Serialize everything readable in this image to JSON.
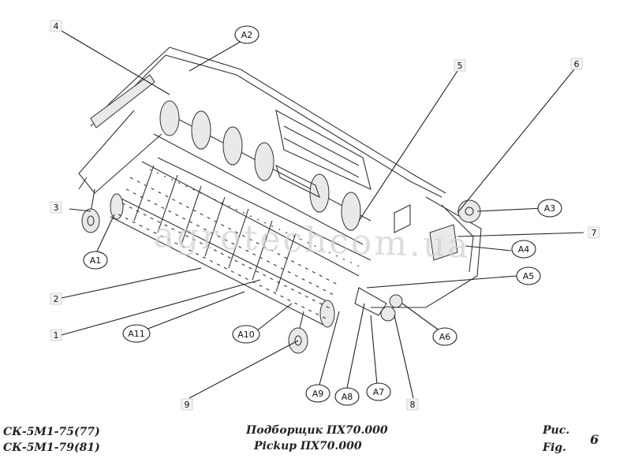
{
  "watermark": "agrotechcom.ua",
  "captions": {
    "model_line_1": "СК-5М1-75(77)",
    "model_line_2": "СК-5М1-79(81)",
    "title_ru": "Подборщик ПХ70.000",
    "title_en": "Pickup ПХ70.000",
    "fig_ru": "Рис.",
    "fig_en": "Fig.",
    "fig_number": "6"
  },
  "callouts": {
    "a1": "А1",
    "a2": "А2",
    "a3": "А3",
    "a4": "А4",
    "a5": "А5",
    "a6": "А6",
    "a7": "А7",
    "a8": "А8",
    "a9": "А9",
    "a10": "А10",
    "a11": "А11"
  },
  "numbers": {
    "n1": "1",
    "n2": "2",
    "n3": "3",
    "n4": "4",
    "n5": "5",
    "n6": "6",
    "n7": "7",
    "n8": "8",
    "n9": "9"
  }
}
